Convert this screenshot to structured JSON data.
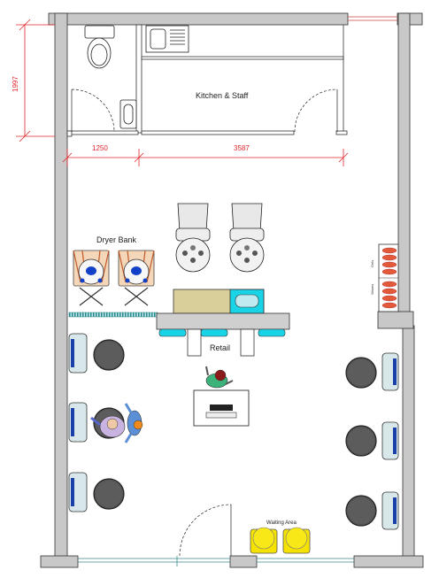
{
  "labels": {
    "kitchen": "Kitchen & Staff",
    "dryer_bank": "Dryer Bank",
    "retail": "Retail",
    "waiting_area": "Waiting Area"
  },
  "dimensions": {
    "height": "1997",
    "width_left": "1250",
    "width_right": "3587"
  },
  "shelf_labels": [
    "Gels",
    "Waxes"
  ],
  "colors": {
    "wall": "#c8c8c8",
    "dimension": "#e0262b",
    "chair_fill": "#d8e8ea",
    "chair_border": "#1b3fa8",
    "stool": "#555555",
    "counter_cyan": "#19d3e6",
    "desk": "#d9cf9b",
    "waiting_chair": "#f6e200"
  }
}
